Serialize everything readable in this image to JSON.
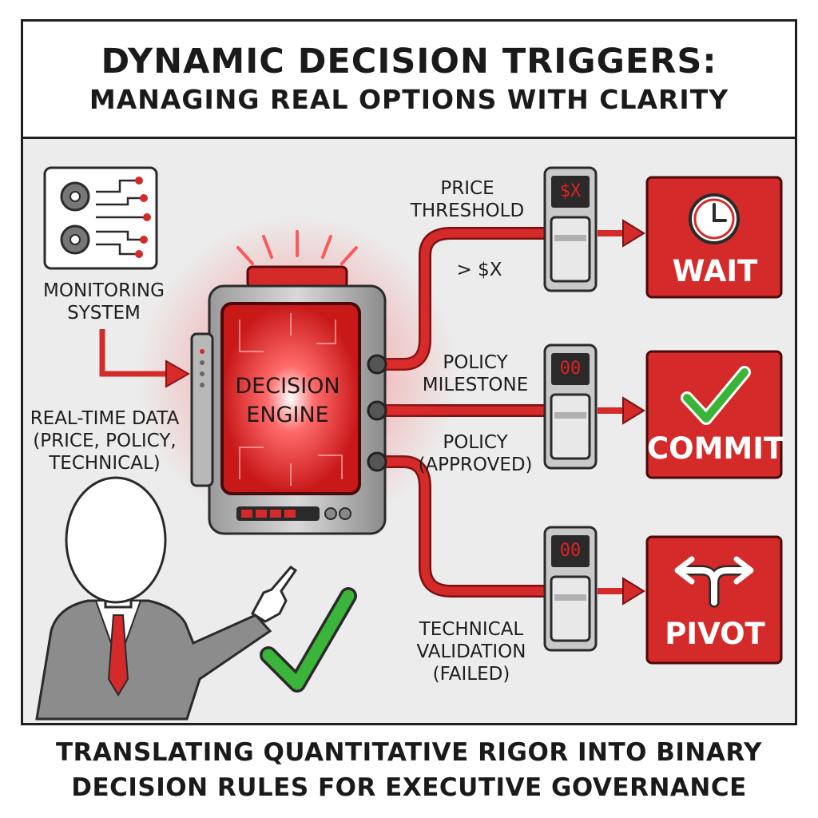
{
  "title": {
    "line1": "DYNAMIC DECISION TRIGGERS:",
    "line2": "MANAGING REAL OPTIONS WITH CLARITY"
  },
  "monitoring": {
    "line1": "MONITORING",
    "line2": "SYSTEM"
  },
  "data_input": {
    "line1": "REAL-TIME DATA",
    "line2": "(PRICE, POLICY,",
    "line3": "TECHNICAL)"
  },
  "engine": {
    "line1": "DECISION",
    "line2": "ENGINE"
  },
  "triggers": {
    "price": {
      "line1": "PRICE",
      "line2": "THRESHOLD",
      "condition": "> $X",
      "display": "$X"
    },
    "policy": {
      "line1": "POLICY",
      "line2": "MILESTONE",
      "status1": "POLICY",
      "status2": "(APPROVED)",
      "display": "00"
    },
    "technical": {
      "line1": "TECHNICAL",
      "line2": "VALIDATION",
      "line3": "(FAILED)",
      "display": "00"
    }
  },
  "outcomes": {
    "wait": "WAIT",
    "commit": "COMMIT",
    "pivot": "PIVOT"
  },
  "footer": {
    "line1": "TRANSLATING QUANTITATIVE RIGOR INTO BINARY",
    "line2": "DECISION RULES FOR EXECUTIVE GOVERNANCE"
  },
  "colors": {
    "red": "#d42a2a",
    "green": "#3ab53a",
    "panel": "#ececec"
  }
}
